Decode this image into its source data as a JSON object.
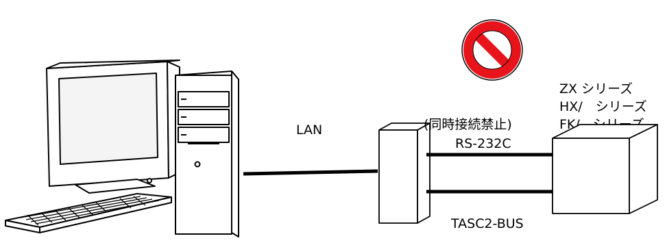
{
  "labels": {
    "lan": "LAN",
    "rs232c": "RS-232C",
    "tasc2bus": "TASC2-BUS",
    "prohibition": "(同時接続禁止)"
  },
  "device_series": [
    "ZX シリーズ",
    "HX/　シリーズ",
    "FK/　シリーズ"
  ],
  "colors": {
    "line": "#000000",
    "prohibit_red": "#e8141b",
    "background": "#ffffff"
  },
  "icons": [
    "desktop-pc-icon",
    "no-entry-icon",
    "converter-box-icon",
    "device-box-icon"
  ]
}
